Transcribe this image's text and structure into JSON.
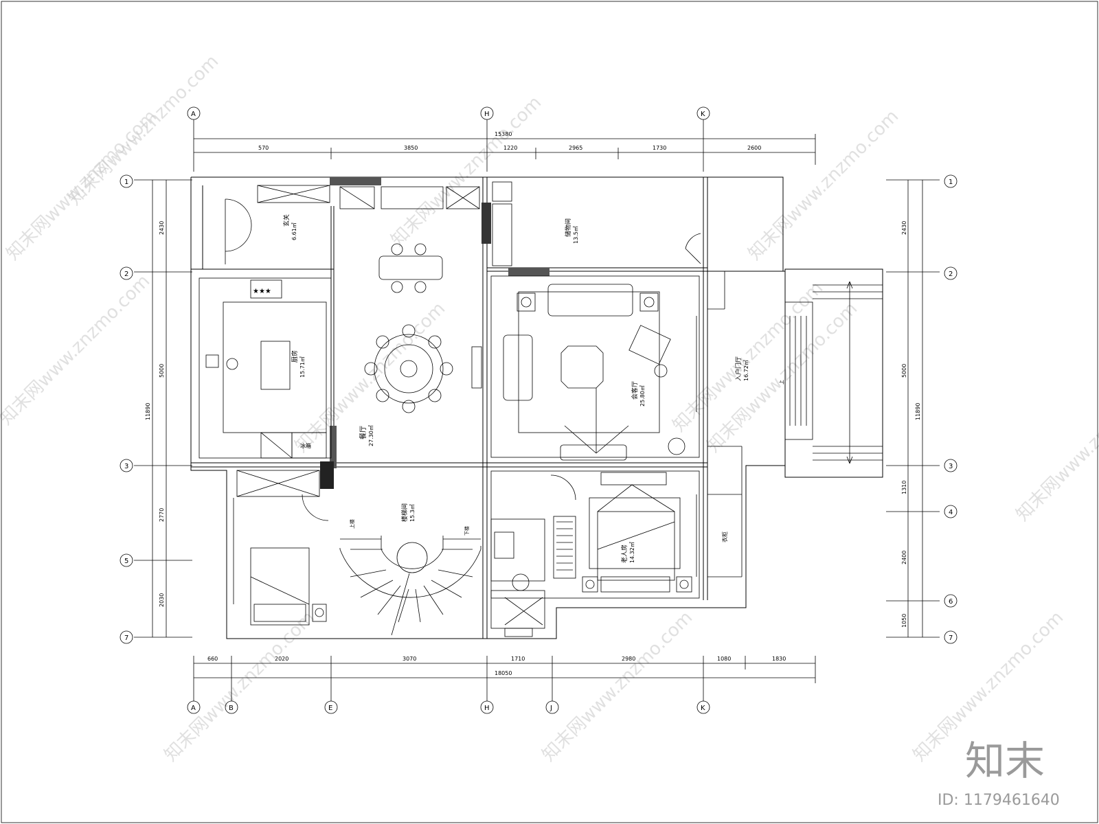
{
  "grid_top": [
    "A",
    "H",
    "K"
  ],
  "grid_bottom": [
    "A",
    "B",
    "E",
    "H",
    "J",
    "K"
  ],
  "grid_left": [
    "1",
    "2",
    "3",
    "5",
    "7"
  ],
  "grid_right": [
    "1",
    "2",
    "3",
    "4",
    "6",
    "7"
  ],
  "dims": {
    "top_total": "15380",
    "top_1": "570",
    "top_2": "3850",
    "top_3": "1220",
    "top_4": "2965",
    "top_5": "1730",
    "top_6": "2600",
    "bottom_1": "660",
    "bottom_2": "2020",
    "bottom_3": "3070",
    "bottom_4": "1710",
    "bottom_5": "2980",
    "bottom_6": "1080",
    "bottom_7": "1830",
    "bottom_total": "18050",
    "left_1": "2430",
    "left_2": "5000",
    "left_3": "2770",
    "left_4": "2030",
    "left_total": "11890",
    "right_1": "2430",
    "right_2": "5000",
    "right_3": "1310",
    "right_4": "2400",
    "right_5": "1050",
    "right_total": "11890"
  },
  "rooms": {
    "foyer": "玄关",
    "foyer_area": "6.61㎡",
    "kitchen": "厨房",
    "kitchen_area": "15.71㎡",
    "dining": "餐厅",
    "dining_area": "27.30㎡",
    "storage": "储物间",
    "storage_area": "13.5㎡",
    "living": "会客厅",
    "living_area": "25.80㎡",
    "terrace": "入户门厅",
    "terrace_area": "16.72㎡",
    "stair": "楼梯间",
    "stair_area": "15.3㎡",
    "bedroom": "老人房",
    "bedroom_area": "14.32㎡",
    "closet": "衣柜",
    "fridge": "冰箱",
    "stair_up": "上楼",
    "stair_down": "下楼",
    "entry_up": "上"
  },
  "watermark": "知末网www.znzmo.com",
  "logo_text": "知末",
  "id_text": "ID: 1179461640"
}
